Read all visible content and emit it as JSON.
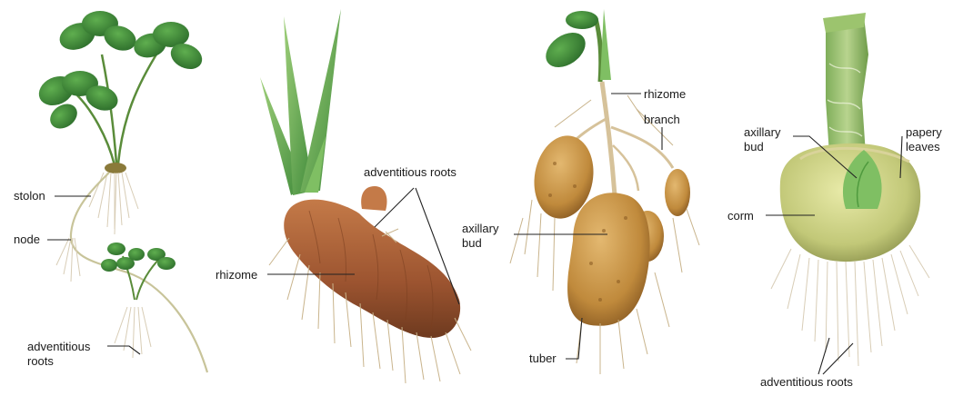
{
  "panels": [
    {
      "name": "stolon-plant",
      "labels": {
        "stolon": "stolon",
        "node": "node",
        "adventitious_roots_line1": "adventitious",
        "adventitious_roots_line2": "roots"
      }
    },
    {
      "name": "rhizome-plant",
      "labels": {
        "adventitious_roots": "adventitious roots",
        "rhizome": "rhizome"
      }
    },
    {
      "name": "tuber-plant",
      "labels": {
        "rhizome": "rhizome",
        "branch": "branch",
        "axillary_bud_line1": "axillary",
        "axillary_bud_line2": "bud",
        "tuber": "tuber"
      }
    },
    {
      "name": "corm-plant",
      "labels": {
        "axillary_bud_line1": "axillary",
        "axillary_bud_line2": "bud",
        "papery_leaves_line1": "papery",
        "papery_leaves_line2": "leaves",
        "corm": "corm",
        "adventitious_roots": "adventitious roots"
      }
    }
  ],
  "colors": {
    "leaf_green": "#3f8a3a",
    "rhizome_brown": "#a8623a",
    "potato_tan": "#c8954a",
    "corm_yellow_green": "#c9cf7e",
    "root_beige": "#c9b48c"
  }
}
